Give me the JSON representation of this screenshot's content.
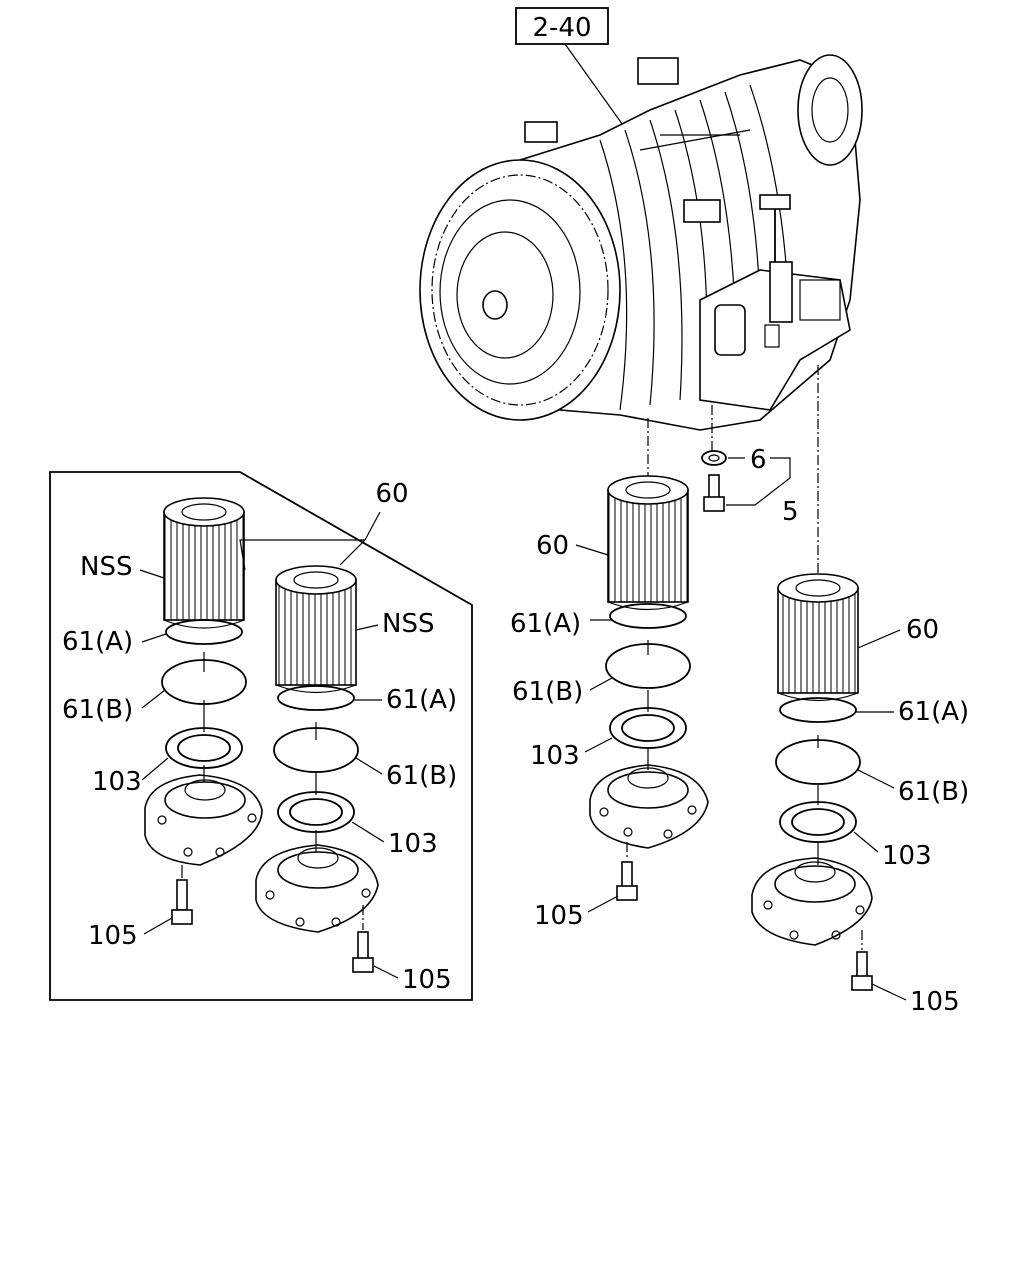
{
  "diagram": {
    "ref_label": "2-40",
    "callouts": {
      "inset_60": "60",
      "inset_nss_left": "NSS",
      "inset_61a_left": "61(A)",
      "inset_61b_left": "61(B)",
      "inset_103_left": "103",
      "inset_105_left": "105",
      "inset_nss_right": "NSS",
      "inset_61a_right": "61(A)",
      "inset_61b_right": "61(B)",
      "inset_103_right": "103",
      "inset_105_right": "105",
      "mid_60": "60",
      "mid_61a": "61(A)",
      "mid_61b": "61(B)",
      "mid_103": "103",
      "mid_105": "105",
      "washer_6": "6",
      "bolt_5": "5",
      "right_60": "60",
      "right_61a": "61(A)",
      "right_61b": "61(B)",
      "right_103": "103",
      "right_105": "105"
    }
  }
}
